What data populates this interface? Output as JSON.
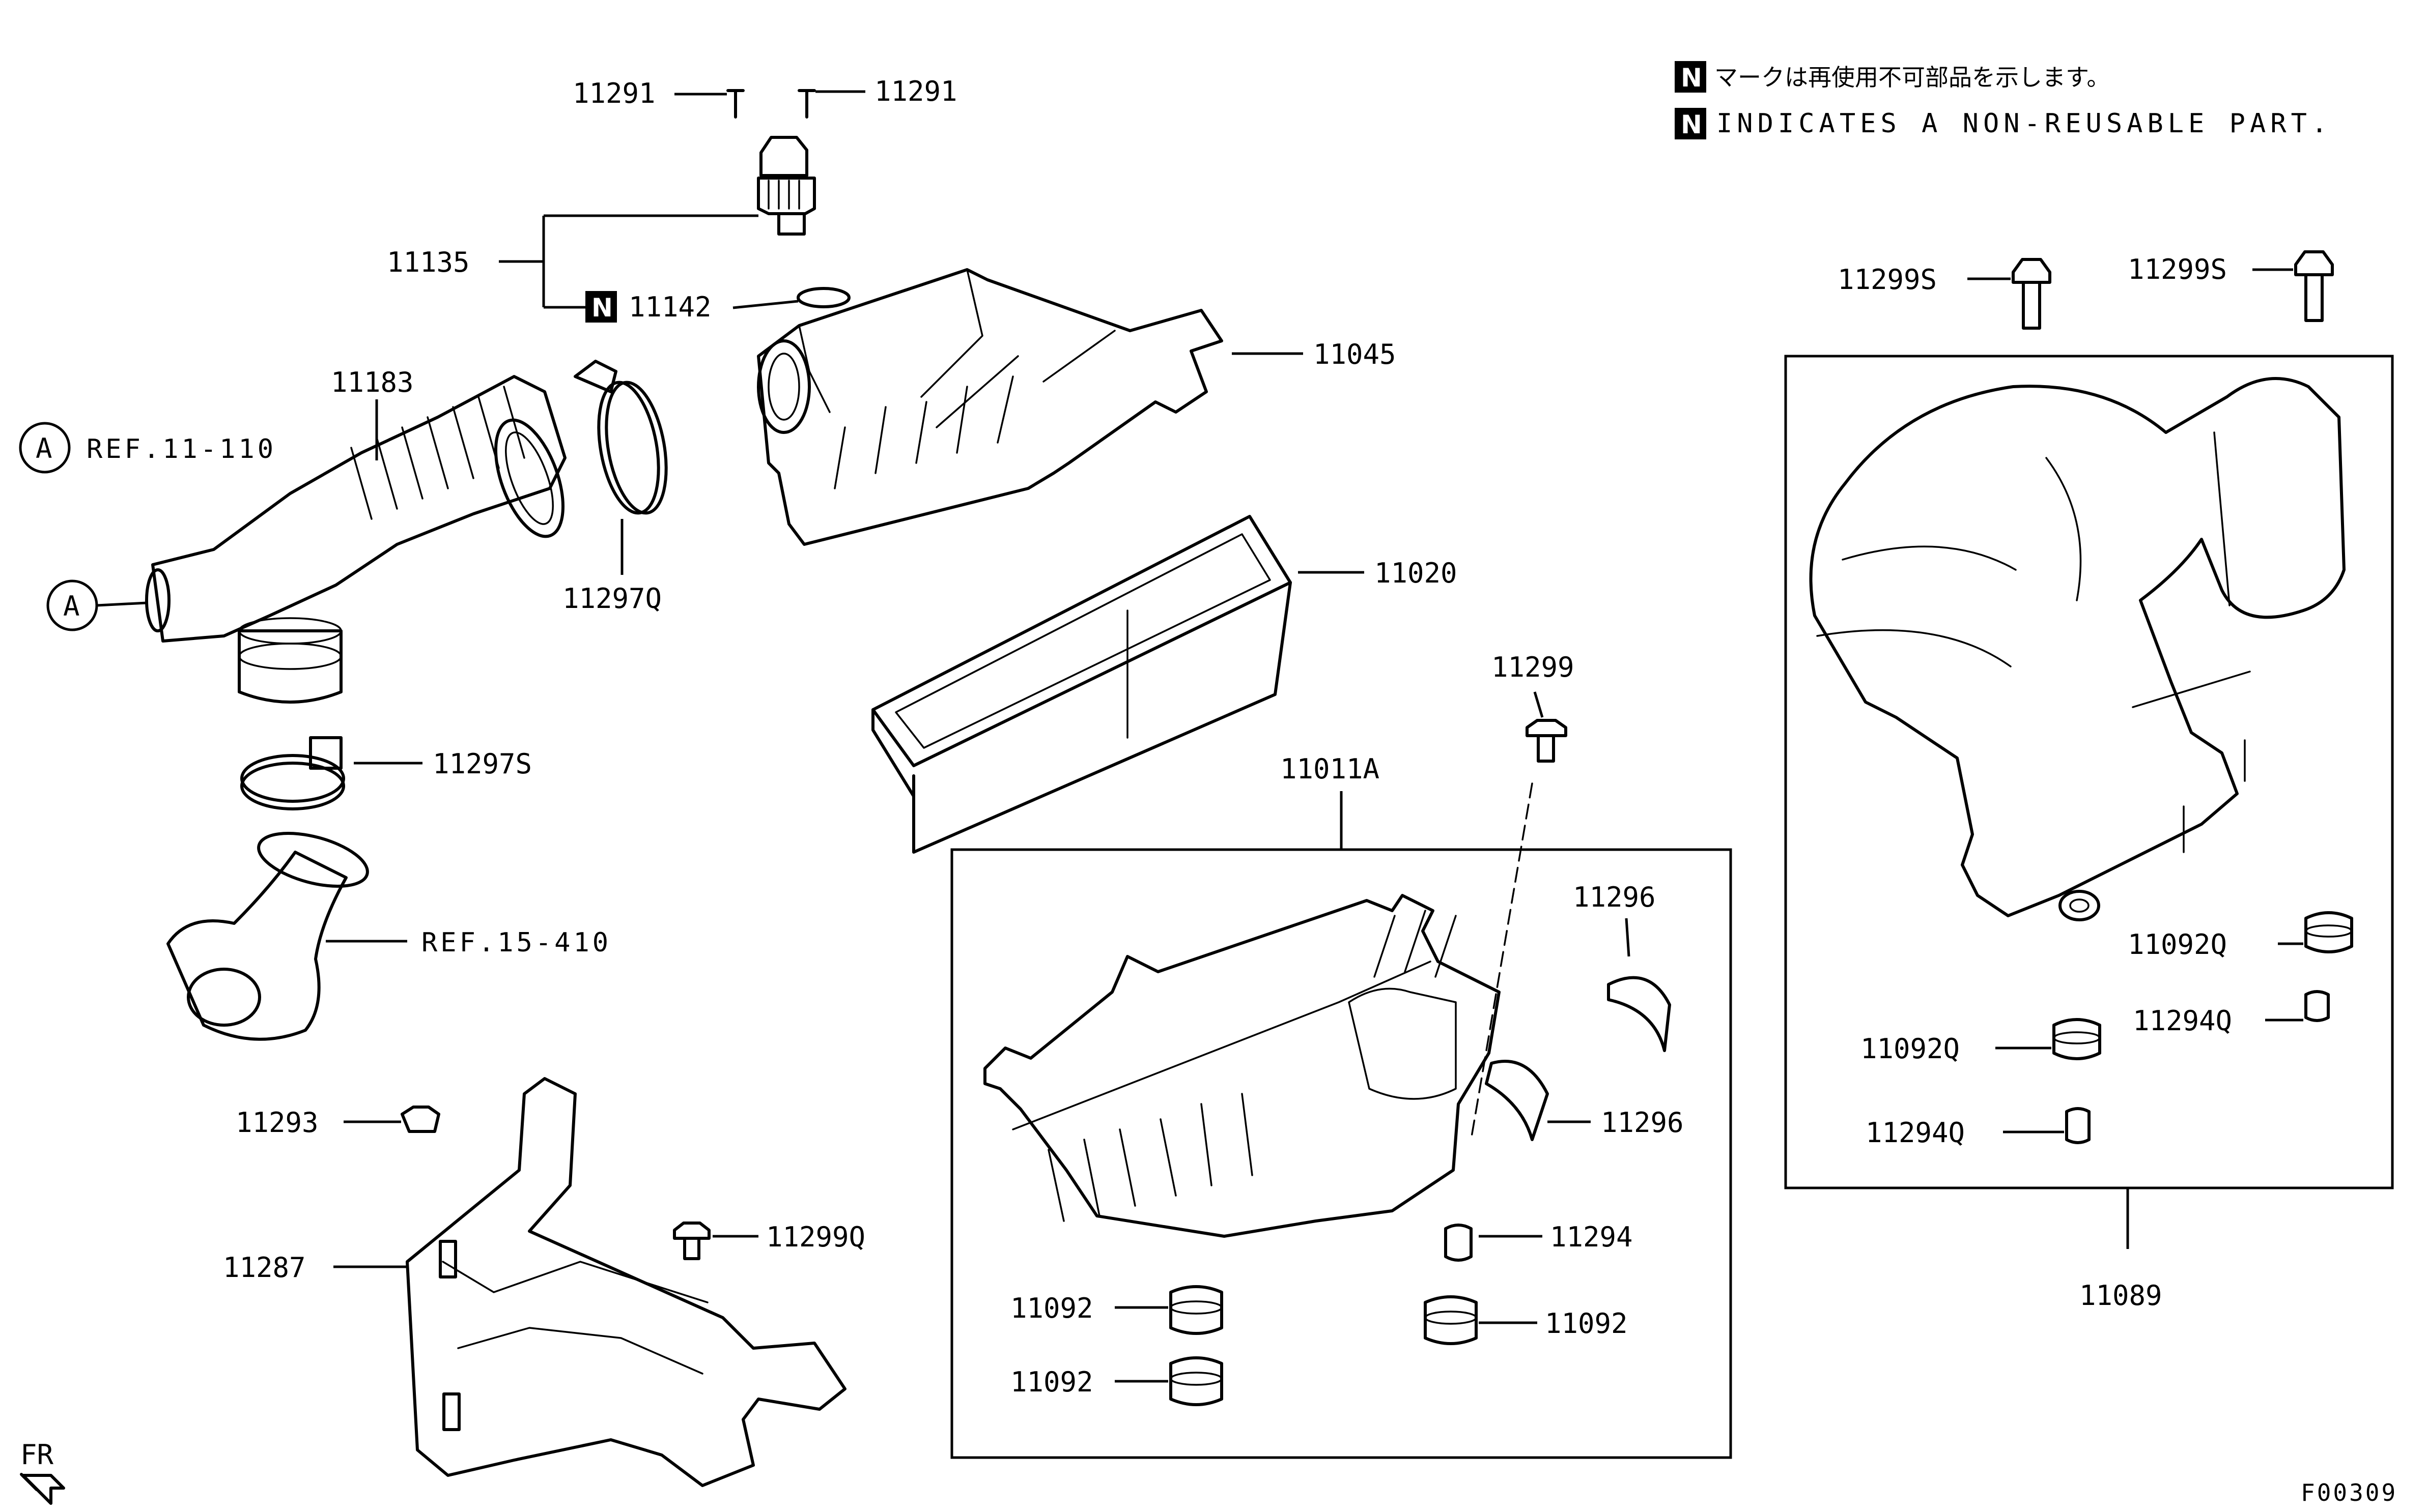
{
  "diagram": {
    "notes": {
      "badge": "N",
      "jp": "マークは再使用不可部品を示します。",
      "en": "INDICATES A NON-REUSABLE PART."
    },
    "callouts": {
      "circle_a": "A",
      "p11291_left": "11291",
      "p11291_right": "11291",
      "p11135": "11135",
      "p11142": "11142",
      "p11045": "11045",
      "p11183": "11183",
      "ref_11_110": "REF.11-110",
      "p11297q": "11297Q",
      "p11020": "11020",
      "p11297s": "11297S",
      "ref_15_410": "REF.15-410",
      "p11299": "11299",
      "p11011a": "11011A",
      "p11296_top": "11296",
      "p11296_mid": "11296",
      "p11293": "11293",
      "p11299q": "11299Q",
      "p11287": "11287",
      "p11294": "11294",
      "p11092_a": "11092",
      "p11092_b": "11092",
      "p11092_c": "11092",
      "p11299s_left": "11299S",
      "p11299s_right": "11299S",
      "p11092q_a": "11092Q",
      "p11092q_b": "11092Q",
      "p11294q_a": "11294Q",
      "p11294q_b": "11294Q",
      "p11089": "11089",
      "fr": "FR",
      "figure_code": "F00309"
    }
  }
}
